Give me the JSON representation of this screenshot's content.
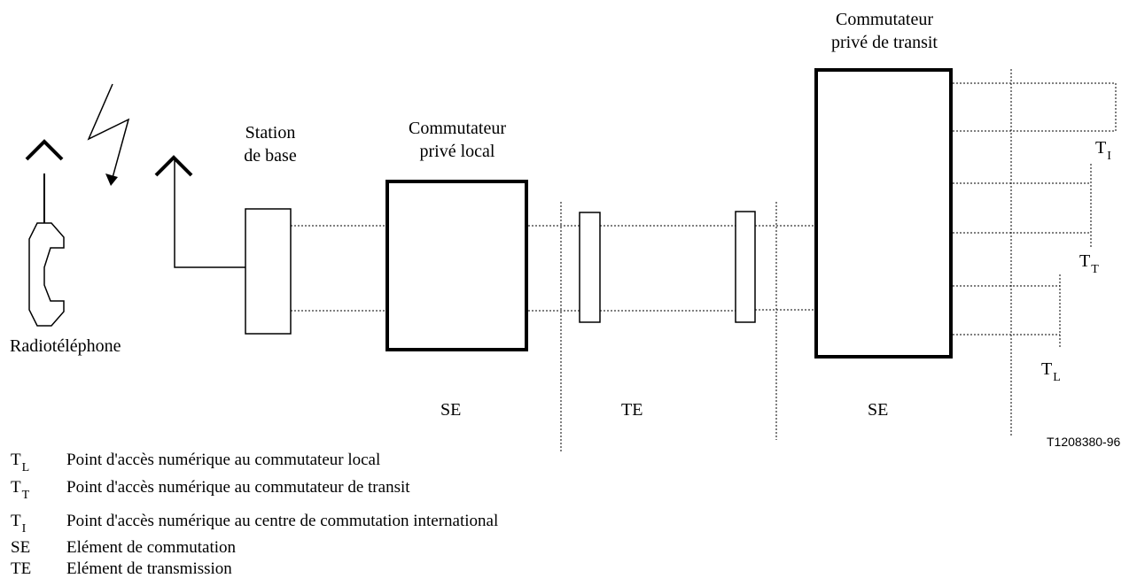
{
  "labels": {
    "mobile": "Radiotéléphone",
    "base_station": [
      "Station",
      "de base"
    ],
    "local_pbx": [
      "Commutateur",
      "privé local"
    ],
    "transit_pbx": [
      "Commutateur",
      "privé de transit"
    ],
    "section_se_1": "SE",
    "section_te": "TE",
    "section_se_2": "SE",
    "figure_id": "T1208380-96"
  },
  "access_points": {
    "ti": {
      "main": "T",
      "sub": "I"
    },
    "tt": {
      "main": "T",
      "sub": "T"
    },
    "tl": {
      "main": "T",
      "sub": "L"
    }
  },
  "legend": [
    {
      "code_main": "T",
      "code_sub": "L",
      "desc": "Point d'accès numérique au commutateur local"
    },
    {
      "code_main": "T",
      "code_sub": "T",
      "desc": "Point d'accès numérique au commutateur de transit"
    },
    {
      "code_main": "T",
      "code_sub": "I",
      "desc": "Point d'accès numérique au centre de commutation international"
    },
    {
      "code_main": "SE",
      "code_sub": "",
      "desc": "Elément de commutation"
    },
    {
      "code_main": "TE",
      "code_sub": "",
      "desc": "Elément de transmission"
    }
  ]
}
